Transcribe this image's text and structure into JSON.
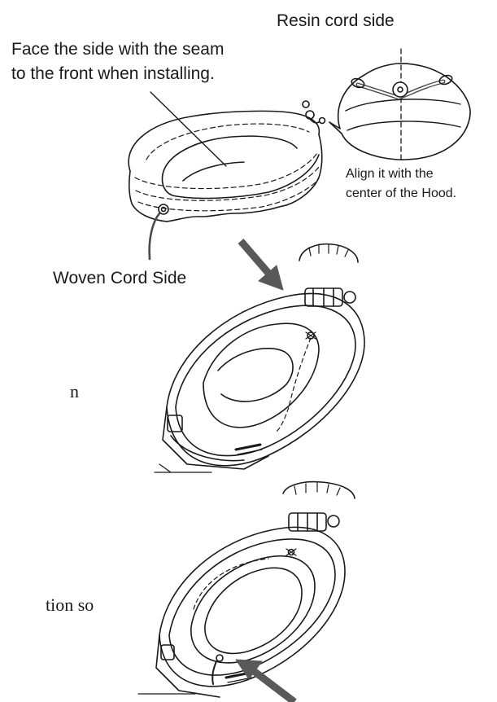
{
  "labels": {
    "resin_cord_side": "Resin cord side",
    "face_seam_line1": "Face the side with the seam",
    "face_seam_line2": "to the front when installing.",
    "align_line1": "Align it with the",
    "align_line2": "center of the Hood.",
    "woven_cord_side": "Woven Cord Side",
    "cut_text_1": "n",
    "cut_text_2": "tion so"
  },
  "colors": {
    "ink": "#1a1a1a",
    "arrow": "#595959",
    "cord": "#4a4a4a"
  }
}
